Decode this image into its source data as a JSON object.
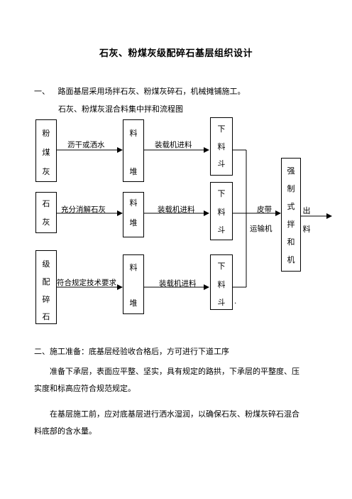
{
  "title": "石灰、粉煤灰级配碎石基层组织设计",
  "section1": {
    "number": "一、",
    "text": "路面基层采用场拌石灰、粉煤灰碎石，机械摊铺施工。"
  },
  "flowchart": {
    "caption": "石灰、粉煤灰混合料集中拌和流程图",
    "rows": [
      {
        "material": [
          "粉",
          "煤",
          "灰"
        ],
        "process": "沥干或洒水",
        "pile": [
          "料",
          "堆"
        ],
        "loader": "装载机进料",
        "hopper": [
          "下",
          "料",
          "斗"
        ]
      },
      {
        "material": [
          "石",
          "灰"
        ],
        "process": "充分消解石灰",
        "pile": [
          "料",
          "堆"
        ],
        "loader": "装载机进料",
        "hopper": [
          "下",
          "料",
          "斗"
        ]
      },
      {
        "material": [
          "级",
          "配",
          "碎",
          "石"
        ],
        "process": "符合规定技术要求",
        "pile": [
          "料",
          "堆"
        ],
        "loader": "装载机进料",
        "hopper": [
          "下",
          "料",
          "斗"
        ]
      }
    ],
    "belt": [
      "皮带",
      "运输机"
    ],
    "mixer": [
      "强",
      "制",
      "式",
      "拌",
      "和",
      "机"
    ],
    "output": [
      "出",
      "料"
    ],
    "dot": "."
  },
  "section2": {
    "heading": "二、施工准备：底基层经验收合格后，方可进行下道工序",
    "p1_line1": "准备下承层，表面应平整、坚实，具有规定的路拱，下承层的平整度、压",
    "p1_line2": "实度和标高应符合规范规定。",
    "p2_line1": "在基层施工前，应对底基层进行洒水湿润，以确保石灰、粉煤灰碎石混合",
    "p2_line2": "料底部的含水量。"
  }
}
